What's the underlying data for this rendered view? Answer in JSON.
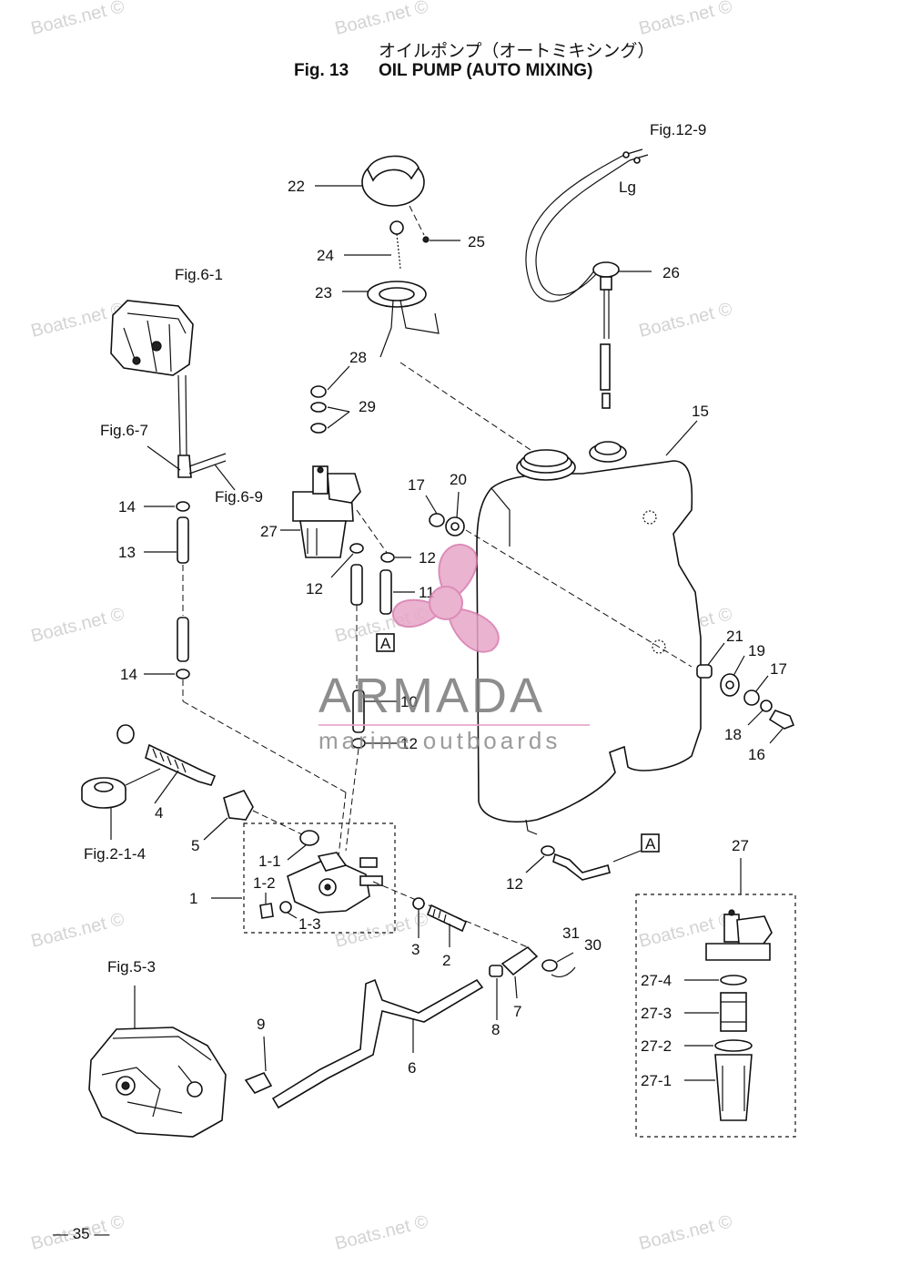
{
  "header": {
    "title_jp": "オイルポンプ（オートミキシング）",
    "fig_no": "Fig. 13",
    "title_en": "OIL PUMP (AUTO MIXING)"
  },
  "watermark": {
    "text": "Boats.net ©",
    "logo_name": "ARMADA",
    "logo_sub": "marine outboards"
  },
  "references": {
    "fig_12_9": "Fig.12-9",
    "fig_6_1": "Fig.6-1",
    "fig_6_7": "Fig.6-7",
    "fig_6_9": "Fig.6-9",
    "fig_2_1_4": "Fig.2-1-4",
    "fig_5_3": "Fig.5-3",
    "wire_color": "Lg",
    "box_a": "A"
  },
  "parts": {
    "p1": "1",
    "p1_1": "1-1",
    "p1_2": "1-2",
    "p1_3": "1-3",
    "p2": "2",
    "p3": "3",
    "p4": "4",
    "p5": "5",
    "p6": "6",
    "p7": "7",
    "p8": "8",
    "p9": "9",
    "p10": "10",
    "p11": "11",
    "p12": "12",
    "p13": "13",
    "p14": "14",
    "p15": "15",
    "p16": "16",
    "p17": "17",
    "p18": "18",
    "p19": "19",
    "p20": "20",
    "p21": "21",
    "p22": "22",
    "p23": "23",
    "p24": "24",
    "p25": "25",
    "p26": "26",
    "p27": "27",
    "p27_1": "27-1",
    "p27_2": "27-2",
    "p27_3": "27-3",
    "p27_4": "27-4",
    "p28": "28",
    "p29": "29",
    "p30": "30",
    "p31": "31"
  },
  "footer": {
    "page_number": "— 35 —"
  },
  "colors": {
    "logo_pink": "#e7a6c8",
    "logo_pink_dark": "#d678ac",
    "watermark_gray": "#d3d3d3"
  }
}
